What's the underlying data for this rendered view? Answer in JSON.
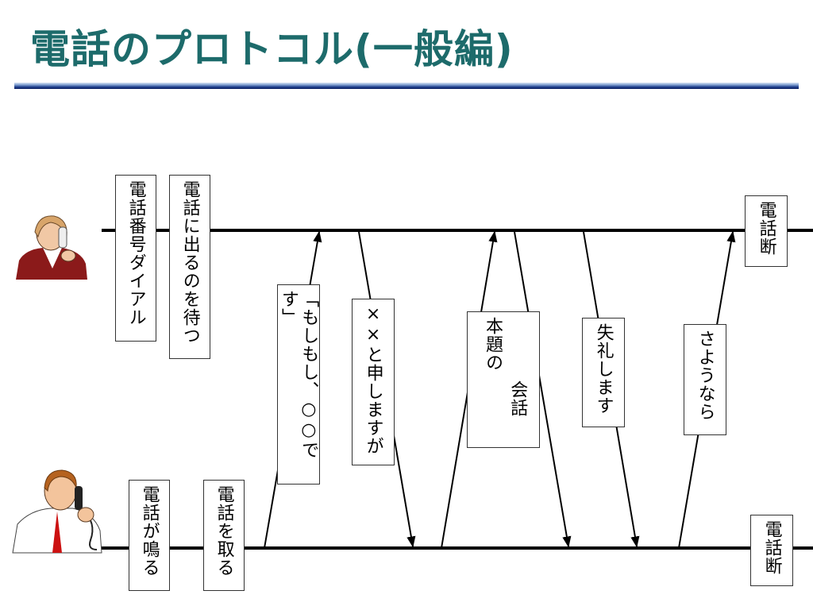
{
  "title": "電話のプロトコル(一般編)",
  "colors": {
    "title": "#1d6b6b",
    "rule": "#1d3d8c",
    "line": "#000000"
  },
  "caller": {
    "icon": "woman-on-phone-icon",
    "labels": [
      "電話番号ダイアル",
      "電話に出るのを待つ"
    ],
    "end_label": "電話断"
  },
  "callee": {
    "icon": "man-on-phone-icon",
    "labels": [
      "電話が鳴る",
      "電話を取る"
    ],
    "end_label": "電話断"
  },
  "messages": [
    {
      "from": "callee",
      "label": "「もしもし、○○です」"
    },
    {
      "from": "caller",
      "label": "××と申しますが"
    },
    {
      "from": "both",
      "label_line1": "本題の",
      "label_line2": "会話"
    },
    {
      "from": "caller",
      "label": "失礼します"
    },
    {
      "from": "callee",
      "label": "さようなら"
    }
  ]
}
